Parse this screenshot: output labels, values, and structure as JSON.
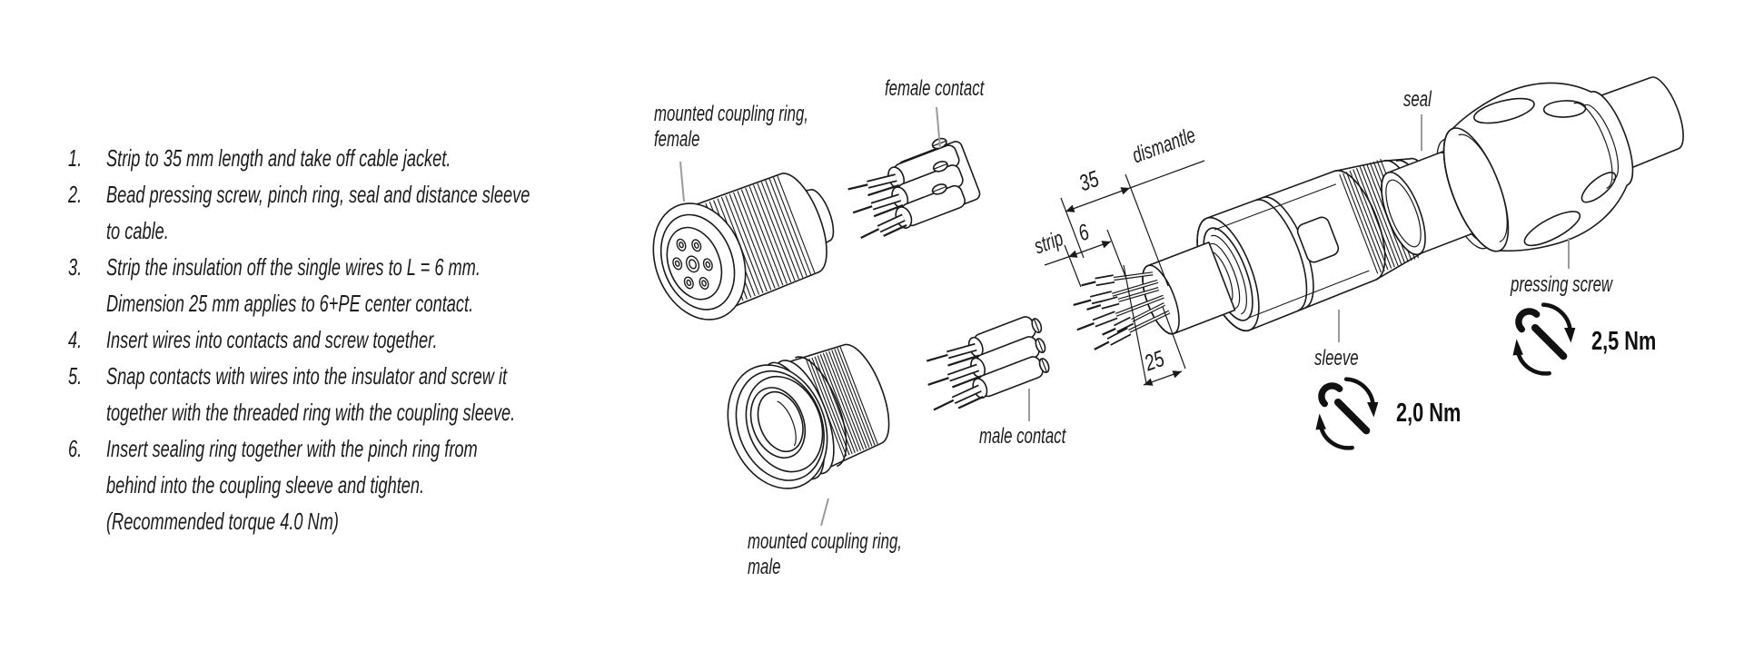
{
  "instructions": {
    "steps": [
      {
        "num": "1.",
        "text": "Strip to 35 mm length and take off cable jacket."
      },
      {
        "num": "2.",
        "text": "Bead pressing screw, pinch ring, seal and distance sleeve\nto cable."
      },
      {
        "num": "3.",
        "text": "Strip the insulation off the single wires to L = 6 mm.\nDimension 25 mm applies to 6+PE center contact."
      },
      {
        "num": "4.",
        "text": "Insert wires into contacts and screw together."
      },
      {
        "num": "5.",
        "text": "Snap contacts with wires into the insulator and screw it\ntogether with the threaded ring with the coupling sleeve."
      },
      {
        "num": "6.",
        "text": "Insert sealing ring together with the pinch ring from\nbehind into the coupling sleeve and tighten.\n(Recommended torque 4.0 Nm)"
      }
    ]
  },
  "diagram": {
    "labels": {
      "coupling_ring_female": "mounted coupling ring,\nfemale",
      "female_contact": "female contact",
      "seal": "seal",
      "pressing_screw": "pressing screw",
      "sleeve": "sleeve",
      "male_contact": "male contact",
      "coupling_ring_male": "mounted coupling ring,\nmale",
      "dismantle": "dismantle",
      "strip": "strip"
    },
    "dimensions_mm": {
      "dismantle_length": "35",
      "strip_length": "6",
      "center_contact_length": "25"
    },
    "torques": {
      "sleeve": "2,0 Nm",
      "pressing_screw": "2,5 Nm"
    },
    "icons": {
      "torque": "wrench-rotate-icon"
    }
  },
  "colors": {
    "background": "#ffffff",
    "line": "#1a1a1a",
    "leader": "#9b9b9b",
    "text": "#1b1b1b",
    "icon": "#111111"
  }
}
